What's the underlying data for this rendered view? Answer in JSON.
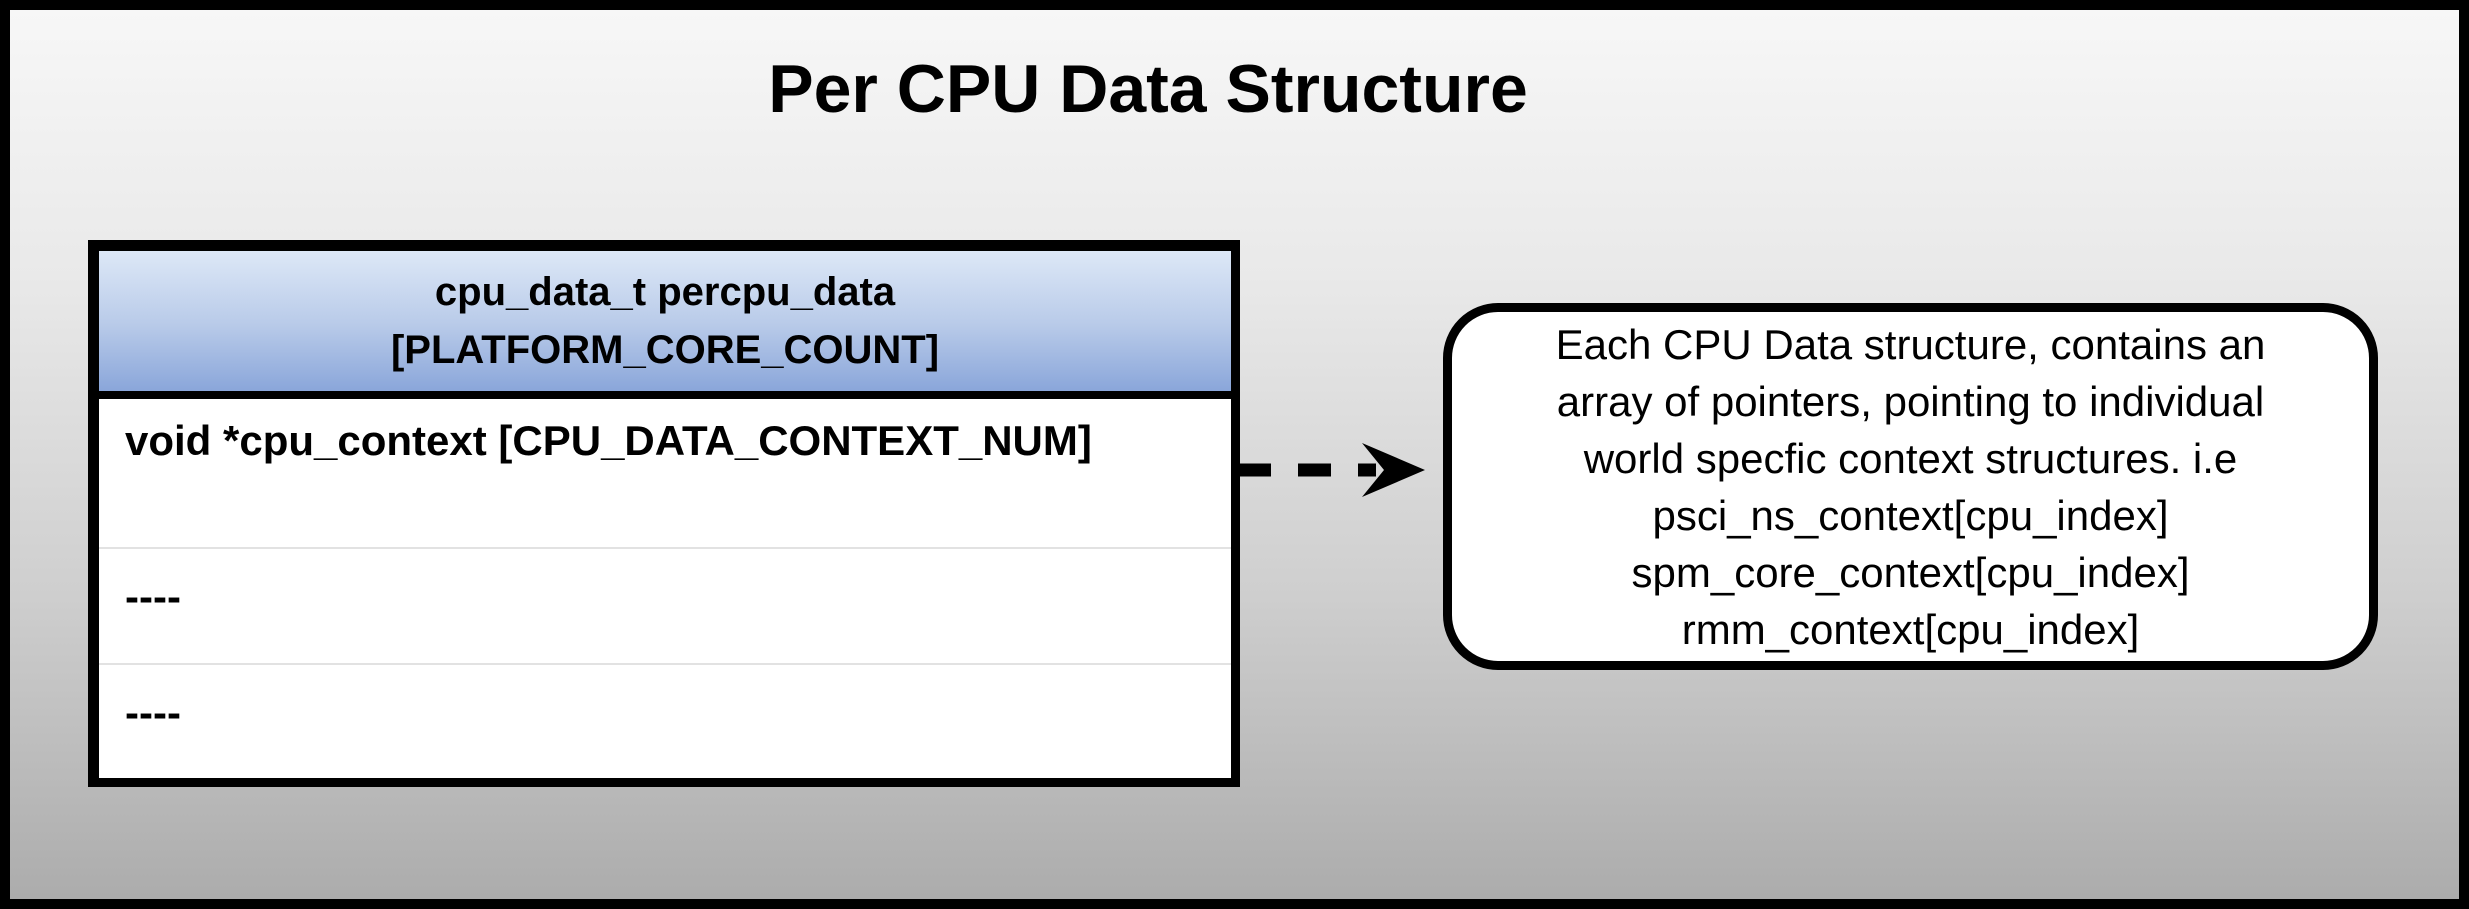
{
  "title": "Per CPU Data Structure",
  "struct_table": {
    "header": {
      "line1": "cpu_data_t percpu_data",
      "line2": "[PLATFORM_CORE_COUNT]"
    },
    "rows": [
      {
        "text": "void *cpu_context [CPU_DATA_CONTEXT_NUM]"
      },
      {
        "text": "----"
      },
      {
        "text": "----"
      }
    ]
  },
  "arrow": {
    "icon": "dashed-right-arrow"
  },
  "note": {
    "lines": [
      "Each CPU Data structure, contains an",
      "array of pointers, pointing to individual",
      "world specfic context structures. i.e",
      "psci_ns_context[cpu_index]",
      "spm_core_context[cpu_index]",
      "rmm_context[cpu_index]"
    ]
  },
  "colors": {
    "header_gradient_top": "#dde8f7",
    "header_gradient_bottom": "#8aa6da",
    "background_top": "#f7f7f7",
    "background_bottom": "#acacac",
    "outline": "#000000",
    "row_divider": "#e2e2e2"
  }
}
